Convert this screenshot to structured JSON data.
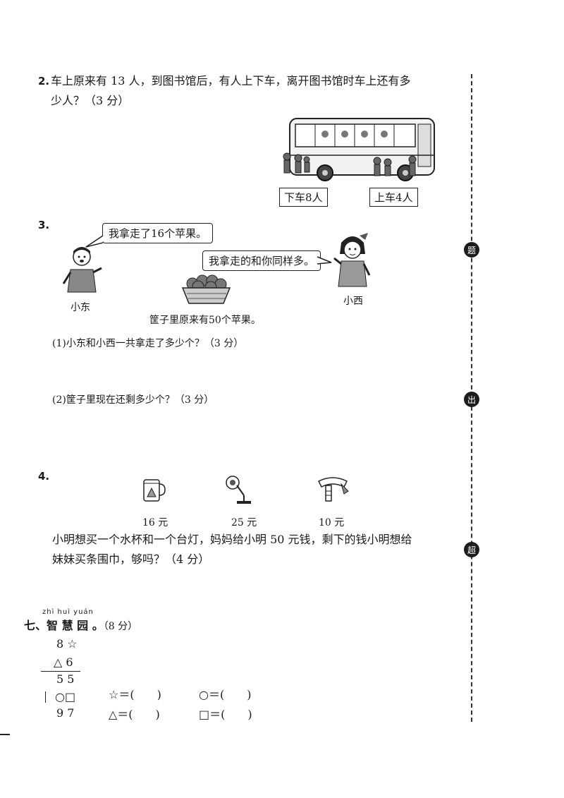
{
  "q2": {
    "num": "2.",
    "line1": "车上原来有 13 人，到图书馆后，有人上下车，离开图书馆时车上还有多",
    "line2": "少人？（3 分）",
    "label_off": "下车8人",
    "label_on": "上车4人"
  },
  "q3": {
    "num": "3.",
    "bubble_dong": "我拿走了16个苹果。",
    "bubble_xi": "我拿走的和你同样多。",
    "name_dong": "小东",
    "name_xi": "小西",
    "basket_caption": "筐子里原来有50个苹果。",
    "sub1": "(1)小东和小西一共拿走了多少个？（3 分）",
    "sub2": "(2)筐子里现在还剩多少个？（3 分）"
  },
  "q4": {
    "num": "4.",
    "price_cup": "16 元",
    "price_lamp": "25 元",
    "price_scarf": "10 元",
    "line1": "小明想买一个水杯和一个台灯，妈妈给小明 50 元钱，剩下的钱小明想给",
    "line2": "妹妹买条围巾，够吗？（4 分）"
  },
  "q7": {
    "pinyin": "zhì  huì  yuán",
    "title_prefix": "七、",
    "title": "智 慧 园 。",
    "score": "（8 分）",
    "row1": "8 ☆",
    "row2": "△ 6",
    "row3": "5 5",
    "row4": "○□",
    "row5": "9 7",
    "ans_star": "☆＝(　　)",
    "ans_circle": "○＝(　　)",
    "ans_triangle": "△＝(　　)",
    "ans_square": "□＝(　　)"
  },
  "margin": {
    "seal1": "题",
    "seal2": "出",
    "seal3": "超"
  }
}
